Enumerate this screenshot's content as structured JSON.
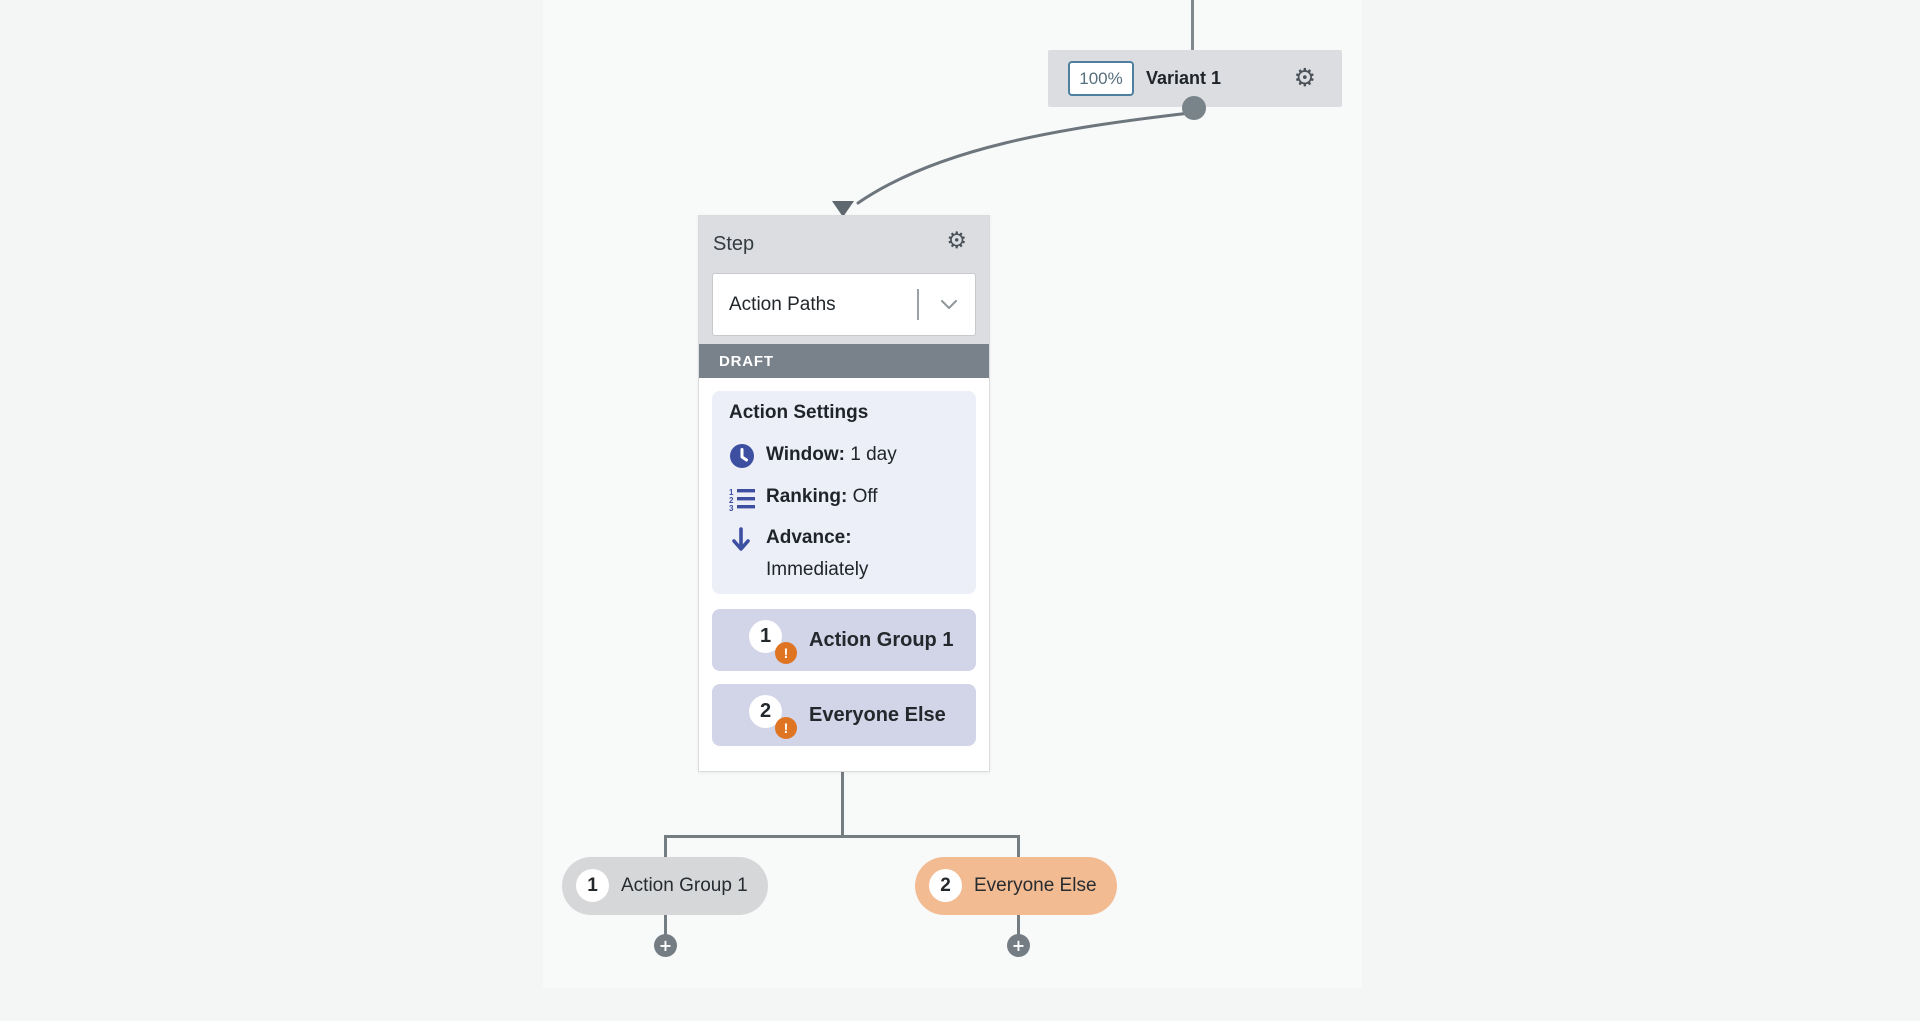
{
  "variant_node": {
    "percent": "100%",
    "title": "Variant 1"
  },
  "step_card": {
    "title": "Step",
    "type_dropdown": {
      "value": "Action Paths"
    },
    "status_banner": "DRAFT",
    "action_settings": {
      "title": "Action Settings",
      "rows": [
        {
          "icon": "clock",
          "label": "Window:",
          "value": "1 day"
        },
        {
          "icon": "ranked-list",
          "label": "Ranking:",
          "value": "Off"
        },
        {
          "icon": "arrow-down",
          "label": "Advance:",
          "value": "Immediately"
        }
      ]
    },
    "groups": [
      {
        "number": "1",
        "label": "Action Group 1",
        "warning": "!"
      },
      {
        "number": "2",
        "label": "Everyone Else",
        "warning": "!"
      }
    ]
  },
  "branch_nodes": [
    {
      "number": "1",
      "label": "Action Group 1",
      "highlighted": false
    },
    {
      "number": "2",
      "label": "Everyone Else",
      "highlighted": true
    }
  ],
  "icons": {
    "gear": "⚙",
    "plus": "+"
  },
  "colors": {
    "accent_indigo": "#3d4fa1",
    "warning_orange": "#df7523",
    "branch_highlight_peach": "#f3bb92",
    "branch_default_gray": "#d5d7d9",
    "node_header_gray": "#dbdde0",
    "draft_banner_gray": "#79828a",
    "settings_panel_lavender": "#eceef8",
    "group_row_lavender": "#d2d4e7",
    "connector_gray": "#747d82",
    "percent_border_blue": "#4e7f9e",
    "canvas_background": "#f8f9f9"
  }
}
